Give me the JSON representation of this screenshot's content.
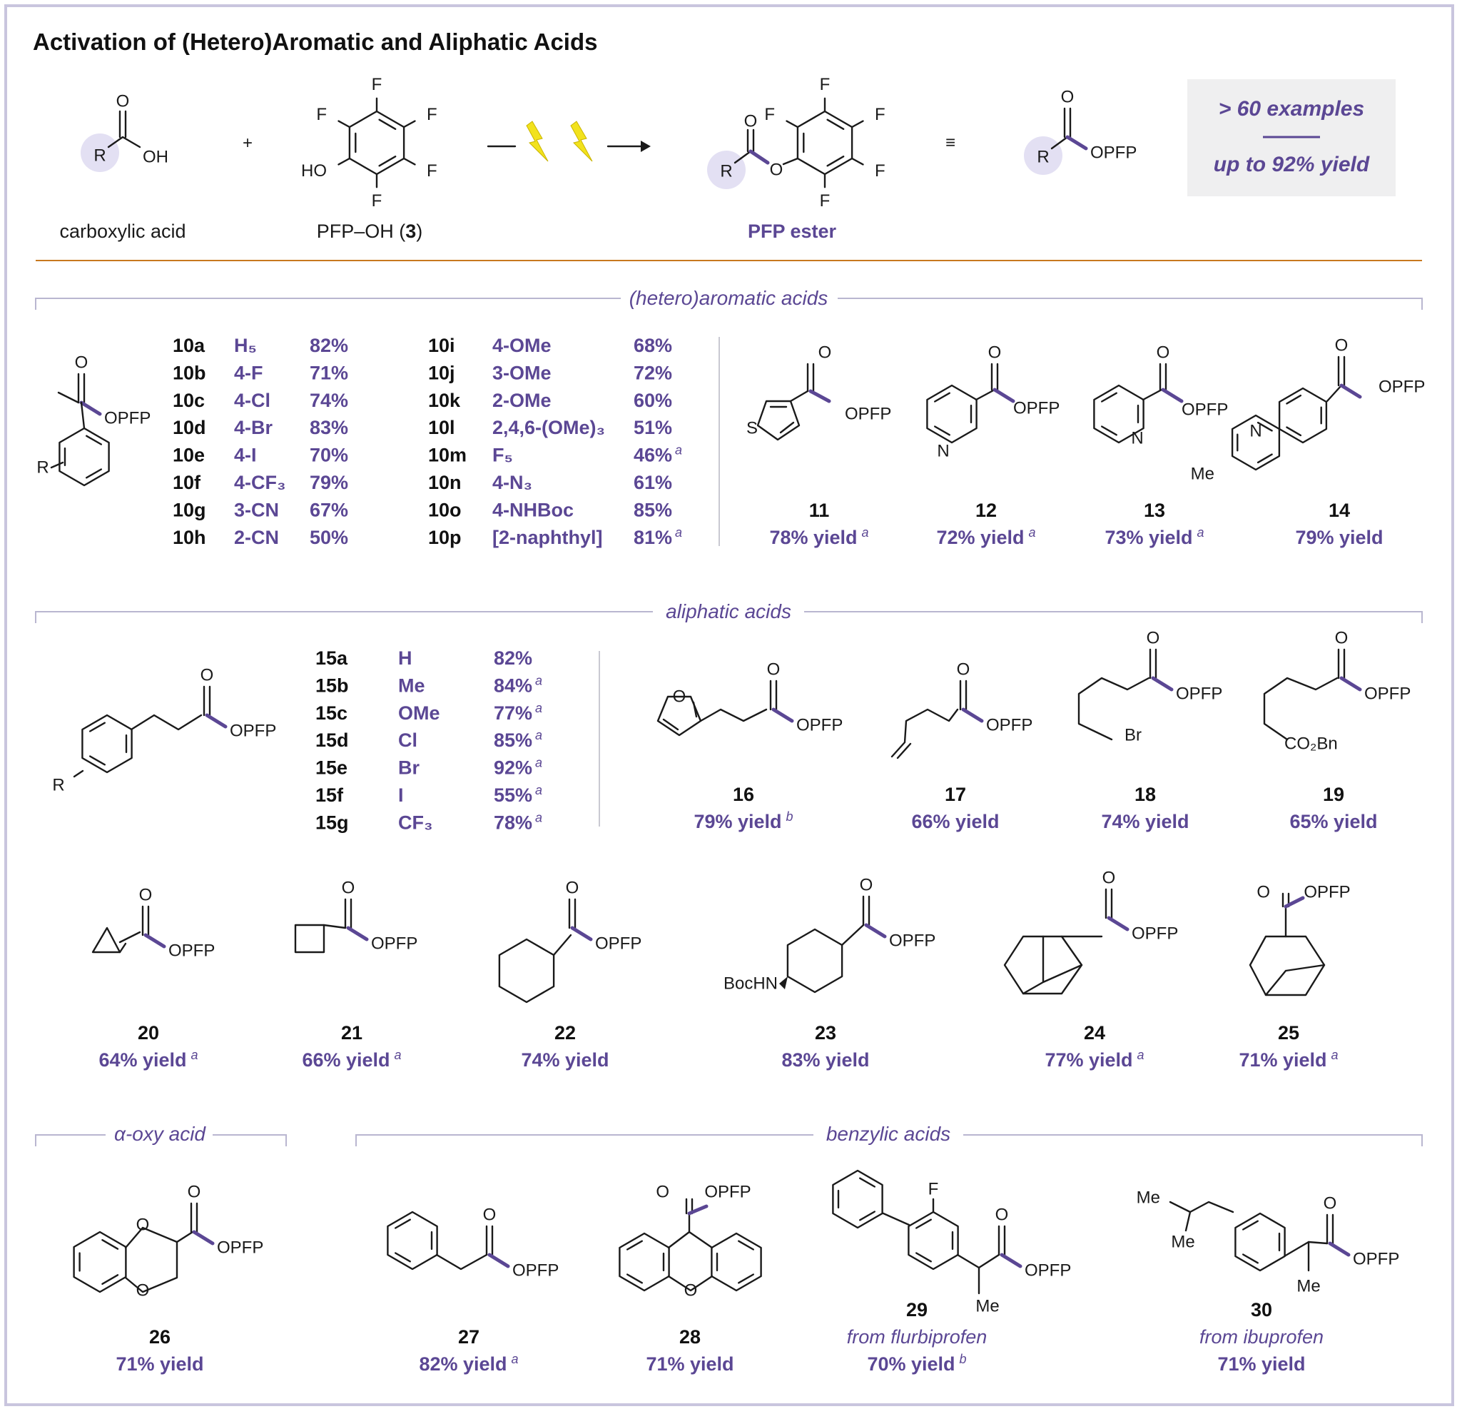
{
  "header": {
    "title": "Activation of (Hetero)Aromatic and Aliphatic Acids",
    "reaction": {
      "acid_label": "carboxylic acid",
      "reagent_label_prefix": "PFP–OH (",
      "reagent_number": "3",
      "reagent_label_suffix": ")",
      "plus": "+",
      "equiv": "≡",
      "product_label": "PFP ester"
    },
    "summary_box": {
      "line1": "> 60 examples",
      "line2": "up to 92% yield"
    }
  },
  "atoms": {
    "R": "R",
    "O": "O",
    "OH": "OH",
    "HO": "HO",
    "F": "F",
    "OPFP": "OPFP",
    "N": "N",
    "S": "S",
    "Me": "Me",
    "Br": "Br",
    "BocHN": "BocHN",
    "CO2Bn": "CO₂Bn"
  },
  "sections": {
    "aromatic": "(hetero)aromatic acids",
    "aliphatic": "aliphatic acids",
    "alpha_oxy": "α-oxy acid",
    "benzylic": "benzylic acids"
  },
  "table_10_left": [
    {
      "id": "10a",
      "sub": "H₅",
      "yield": "82%",
      "note": ""
    },
    {
      "id": "10b",
      "sub": "4-F",
      "yield": "71%",
      "note": ""
    },
    {
      "id": "10c",
      "sub": "4-Cl",
      "yield": "74%",
      "note": ""
    },
    {
      "id": "10d",
      "sub": "4-Br",
      "yield": "83%",
      "note": ""
    },
    {
      "id": "10e",
      "sub": "4-I",
      "yield": "70%",
      "note": ""
    },
    {
      "id": "10f",
      "sub": "4-CF₃",
      "yield": "79%",
      "note": ""
    },
    {
      "id": "10g",
      "sub": "3-CN",
      "yield": "67%",
      "note": ""
    },
    {
      "id": "10h",
      "sub": "2-CN",
      "yield": "50%",
      "note": ""
    }
  ],
  "table_10_right": [
    {
      "id": "10i",
      "sub": "4-OMe",
      "yield": "68%",
      "note": ""
    },
    {
      "id": "10j",
      "sub": "3-OMe",
      "yield": "72%",
      "note": ""
    },
    {
      "id": "10k",
      "sub": "2-OMe",
      "yield": "60%",
      "note": ""
    },
    {
      "id": "10l",
      "sub": "2,4,6-(OMe)₃",
      "yield": "51%",
      "note": ""
    },
    {
      "id": "10m",
      "sub": "F₅",
      "yield": "46%",
      "note": "a"
    },
    {
      "id": "10n",
      "sub": "4-N₃",
      "yield": "61%",
      "note": ""
    },
    {
      "id": "10o",
      "sub": "4-NHBoc",
      "yield": "85%",
      "note": ""
    },
    {
      "id": "10p",
      "sub": "[2-naphthyl]",
      "yield": "81%",
      "note": "a"
    }
  ],
  "table_15": [
    {
      "id": "15a",
      "sub": "H",
      "yield": "82%",
      "note": ""
    },
    {
      "id": "15b",
      "sub": "Me",
      "yield": "84%",
      "note": "a"
    },
    {
      "id": "15c",
      "sub": "OMe",
      "yield": "77%",
      "note": "a"
    },
    {
      "id": "15d",
      "sub": "Cl",
      "yield": "85%",
      "note": "a"
    },
    {
      "id": "15e",
      "sub": "Br",
      "yield": "92%",
      "note": "a"
    },
    {
      "id": "15f",
      "sub": "I",
      "yield": "55%",
      "note": "a"
    },
    {
      "id": "15g",
      "sub": "CF₃",
      "yield": "78%",
      "note": "a"
    }
  ],
  "compounds": [
    {
      "id": "11",
      "yield": "78% yield",
      "note": "a",
      "source": ""
    },
    {
      "id": "12",
      "yield": "72% yield",
      "note": "a",
      "source": ""
    },
    {
      "id": "13",
      "yield": "73% yield",
      "note": "a",
      "source": ""
    },
    {
      "id": "14",
      "yield": "79% yield",
      "note": "",
      "source": ""
    },
    {
      "id": "16",
      "yield": "79% yield",
      "note": "b",
      "source": ""
    },
    {
      "id": "17",
      "yield": "66% yield",
      "note": "",
      "source": ""
    },
    {
      "id": "18",
      "yield": "74% yield",
      "note": "",
      "source": ""
    },
    {
      "id": "19",
      "yield": "65% yield",
      "note": "",
      "source": ""
    },
    {
      "id": "20",
      "yield": "64% yield",
      "note": "a",
      "source": ""
    },
    {
      "id": "21",
      "yield": "66% yield",
      "note": "a",
      "source": ""
    },
    {
      "id": "22",
      "yield": "74% yield",
      "note": "",
      "source": ""
    },
    {
      "id": "23",
      "yield": "83% yield",
      "note": "",
      "source": ""
    },
    {
      "id": "24",
      "yield": "77% yield",
      "note": "a",
      "source": ""
    },
    {
      "id": "25",
      "yield": "71% yield",
      "note": "a",
      "source": ""
    },
    {
      "id": "26",
      "yield": "71% yield",
      "note": "",
      "source": ""
    },
    {
      "id": "27",
      "yield": "82% yield",
      "note": "a",
      "source": ""
    },
    {
      "id": "28",
      "yield": "71% yield",
      "note": "",
      "source": ""
    },
    {
      "id": "29",
      "yield": "70% yield",
      "note": "b",
      "source": "from flurbiprofen"
    },
    {
      "id": "30",
      "yield": "71% yield",
      "note": "",
      "source": "from ibuprofen"
    }
  ],
  "colors": {
    "accent": "#5b4794",
    "frame": "#c9c5de",
    "divider": "#c8781e",
    "bolt": "#f2e21d",
    "highlight": "#e3e0f3",
    "box": "#efeff0"
  }
}
